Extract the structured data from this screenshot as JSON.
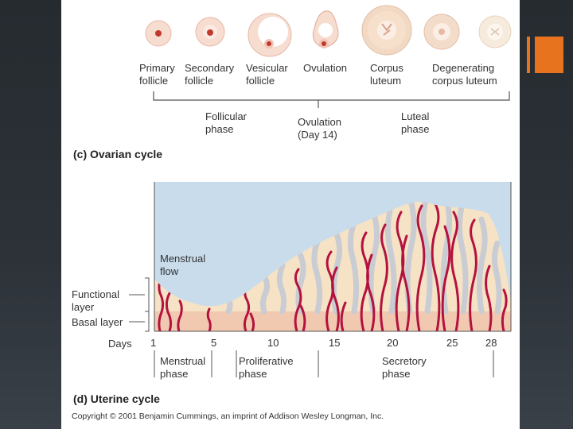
{
  "ovarian": {
    "stages": [
      {
        "line1": "Primary",
        "line2": "follicle"
      },
      {
        "line1": "Secondary",
        "line2": "follicle"
      },
      {
        "line1": "Vesicular",
        "line2": "follicle"
      },
      {
        "line1": "Ovulation",
        "line2": ""
      },
      {
        "line1": "Corpus",
        "line2": "luteum"
      },
      {
        "line1": "Degenerating",
        "line2": "corpus luteum"
      }
    ],
    "phases": {
      "follicular": {
        "line1": "Follicular",
        "line2": "phase"
      },
      "ovulation": {
        "line1": "Ovulation",
        "line2": "(Day 14)"
      },
      "luteal": {
        "line1": "Luteal",
        "line2": "phase"
      }
    },
    "title": "(c) Ovarian cycle"
  },
  "uterine": {
    "menstrual_flow": {
      "line1": "Menstrual",
      "line2": "flow"
    },
    "functional_layer": {
      "line1": "Functional",
      "line2": "layer"
    },
    "basal_layer": "Basal layer",
    "days_label": "Days",
    "days": [
      "1",
      "5",
      "10",
      "15",
      "20",
      "25",
      "28"
    ],
    "phases": {
      "menstrual": {
        "line1": "Menstrual",
        "line2": "phase"
      },
      "proliferative": {
        "line1": "Proliferative",
        "line2": "phase"
      },
      "secretory": {
        "line1": "Secretory",
        "line2": "phase"
      }
    },
    "title": "(d) Uterine cycle"
  },
  "copyright": "Copyright © 2001 Benjamin Cummings, an imprint of Addison Wesley Longman, Inc.",
  "colors": {
    "accent": "#e8731e",
    "endometrium": "#f6e2c4",
    "basal": "#f1c9b0",
    "vessel": "#b3123f",
    "sky": "#c8dcec",
    "gland": "#c9ccd3"
  }
}
